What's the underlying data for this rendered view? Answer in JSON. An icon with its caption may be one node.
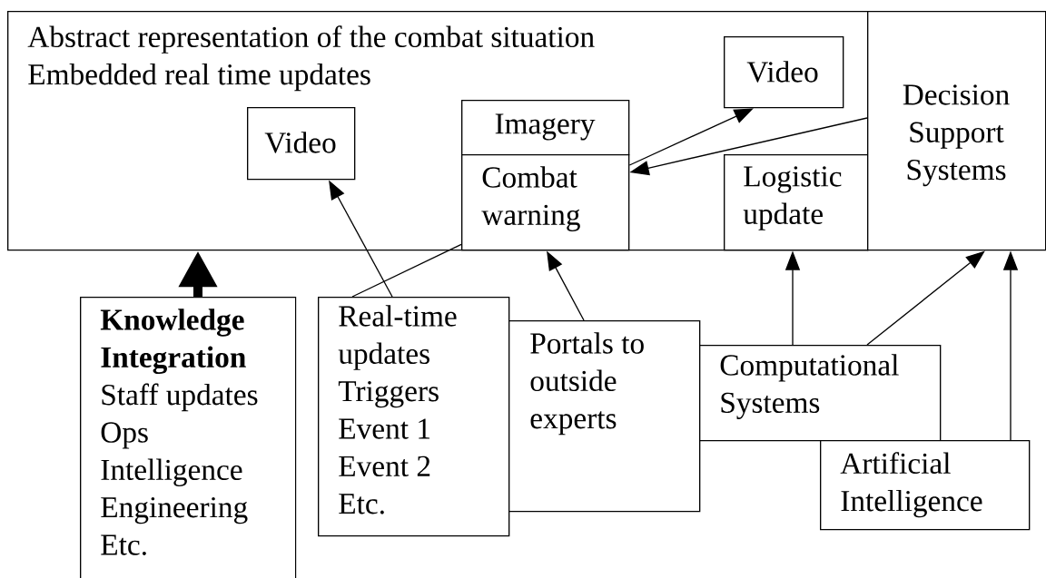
{
  "diagram": {
    "nodes": [
      {
        "text": [
          "Abstract representation of the combat situation",
          "Embedded real time updates"
        ]
      },
      {
        "text": [
          "Video"
        ],
        "in": 0
      },
      {
        "text": [
          "Imagery"
        ],
        "in": 0
      },
      {
        "text": [
          "Combat warning"
        ],
        "in": 0
      },
      {
        "text": [
          "Video"
        ],
        "in": 0
      },
      {
        "text": [
          "Logistic update"
        ],
        "in": 0
      },
      {
        "text": [
          "Decision Support Systems"
        ]
      },
      {
        "text": [
          "Knowledge Integration",
          "Staff updates",
          "Ops",
          "Intelligence",
          "Engineering",
          "Etc."
        ]
      },
      {
        "text": [
          "Real-time updates",
          "Triggers",
          "Event 1",
          "Event 2",
          "Etc."
        ]
      },
      {
        "text": [
          "Portals to outside experts"
        ]
      },
      {
        "text": [
          "Computational Systems"
        ]
      },
      {
        "text": [
          "Artificial Intelligence"
        ]
      }
    ],
    "edges": [
      {
        "from": 7,
        "to": 0,
        "arrow": "to",
        "style": "thick"
      },
      {
        "from": 8,
        "to": 1,
        "arrow": "to"
      },
      {
        "from": 8,
        "to": 3,
        "arrow": "none"
      },
      {
        "from": 9,
        "to": 3,
        "arrow": "to"
      },
      {
        "from": 3,
        "to": 4,
        "arrow": "to"
      },
      {
        "from": 6,
        "to": 3,
        "arrow": "to"
      },
      {
        "from": 10,
        "to": 5,
        "arrow": "to"
      },
      {
        "from": 10,
        "to": 6,
        "arrow": "to"
      },
      {
        "from": 11,
        "to": 6,
        "arrow": "to"
      }
    ]
  }
}
